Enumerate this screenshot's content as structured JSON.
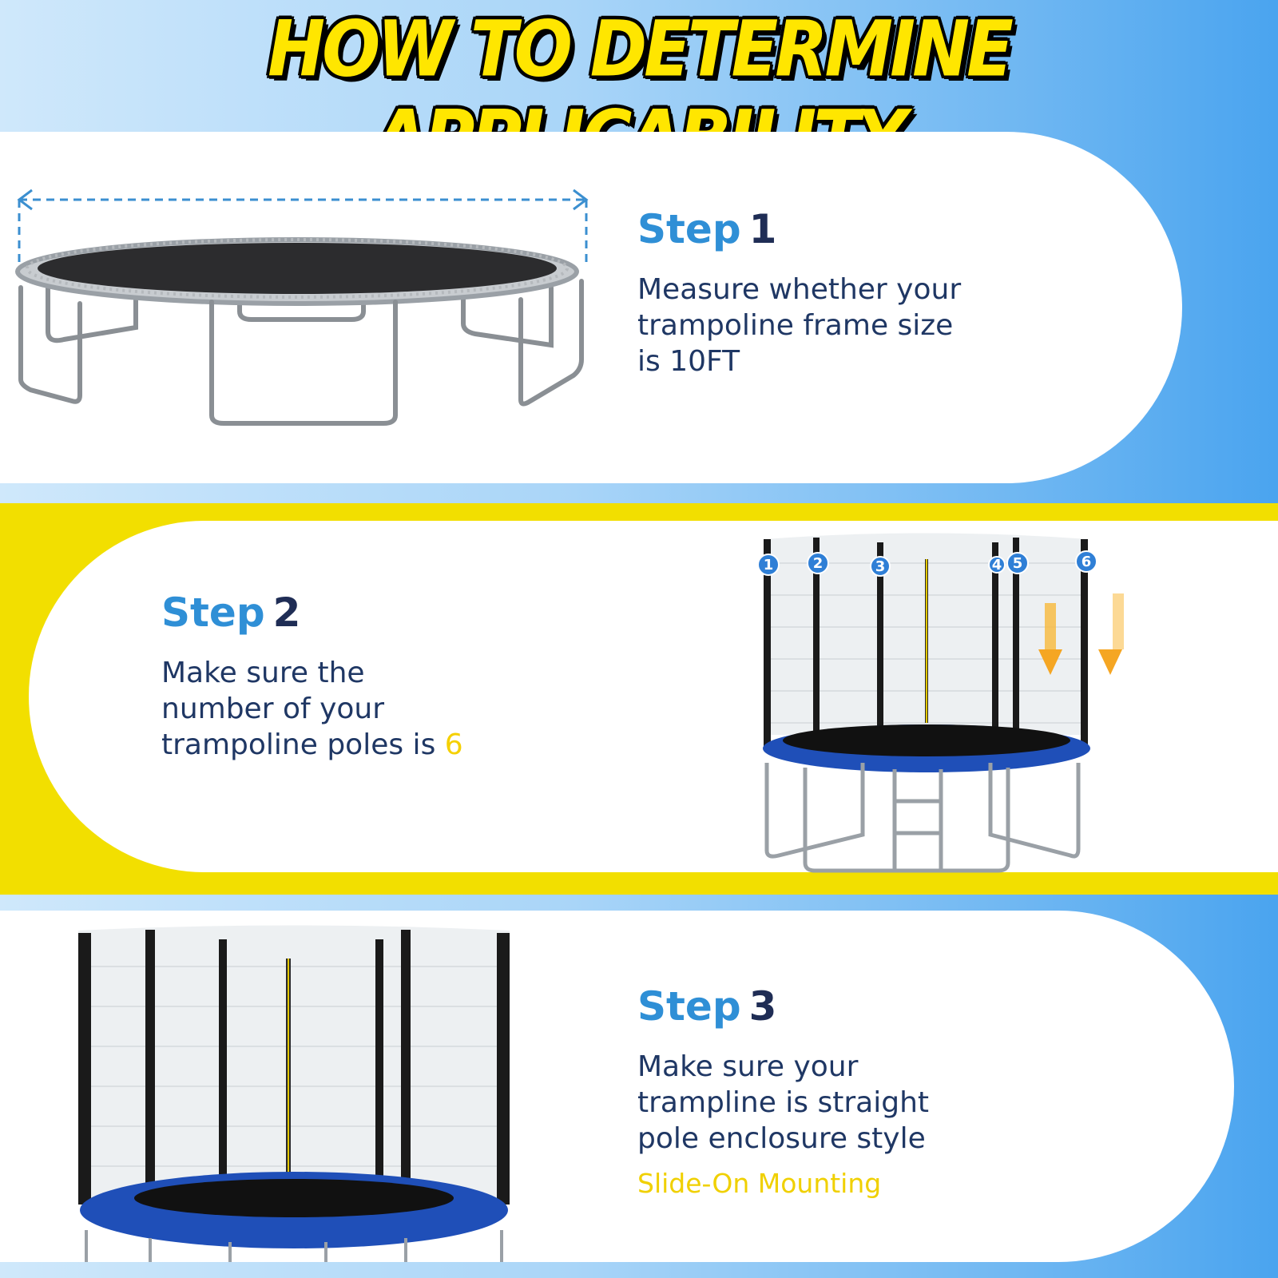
{
  "title": "HOW TO DETERMINE APPLICABILITY",
  "colors": {
    "blue_heading": "#2f8fd6",
    "navy_text": "#1f3764",
    "highlight_yellow": "#f5d000",
    "pad_blue": "#1f4fb8"
  },
  "steps": [
    {
      "word": "Step",
      "number": "1",
      "lines": [
        "Measure whether your",
        "trampoline frame size",
        "is 10FT"
      ]
    },
    {
      "word": "Step",
      "number": "2",
      "lines": [
        "Make sure the",
        "number of your",
        "trampoline poles is "
      ],
      "highlight": "6"
    },
    {
      "word": "Step",
      "number": "3",
      "lines": [
        "Make sure your",
        "trampline is straight",
        "pole enclosure style"
      ],
      "highlight_line": "Slide-On Mounting"
    }
  ],
  "pole_numbers": [
    "1",
    "2",
    "3",
    "4",
    "5",
    "6"
  ],
  "icons": {
    "dimension_arrow": "double-headed-dashed-arrow",
    "down_arrows": "down-arrow-icon"
  }
}
